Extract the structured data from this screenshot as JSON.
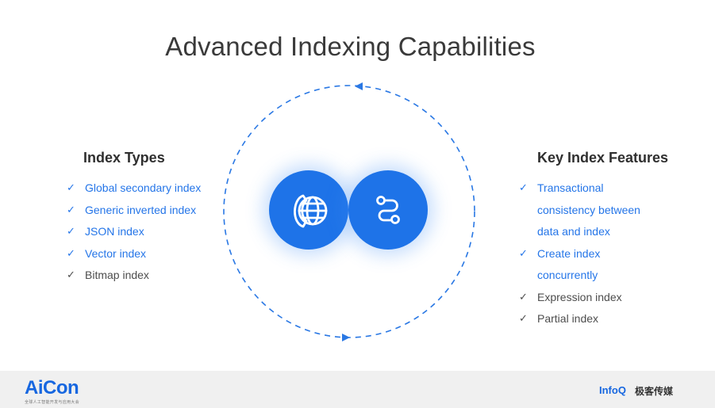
{
  "title": "Advanced Indexing Capabilities",
  "left_panel": {
    "heading": "Index Types",
    "items": [
      {
        "text": "Global secondary index",
        "color": "blue"
      },
      {
        "text": "Generic inverted index",
        "color": "blue"
      },
      {
        "text": "JSON index",
        "color": "blue"
      },
      {
        "text": "Vector index",
        "color": "blue"
      },
      {
        "text": "Bitmap index",
        "color": "gray"
      }
    ]
  },
  "right_panel": {
    "heading": "Key Index Features",
    "lines": [
      {
        "text": "Transactional",
        "color": "blue",
        "check": true
      },
      {
        "text": "consistency between",
        "color": "blue",
        "check": false
      },
      {
        "text": "data and index",
        "color": "blue",
        "check": false
      },
      {
        "text": "Create index",
        "color": "blue",
        "check": true
      },
      {
        "text": "concurrently",
        "color": "blue",
        "check": false
      },
      {
        "text": "Expression index",
        "color": "gray",
        "check": true
      },
      {
        "text": "Partial index",
        "color": "gray",
        "check": true
      }
    ]
  },
  "check_glyph": "✓",
  "center_icons": [
    "globe-phone-icon",
    "route-icon"
  ],
  "footer": {
    "left_logo": "AiCon",
    "left_logo_sub": "全球人工智能开发与应用大会",
    "right_logo": "InfoQ",
    "right_logo_sub": "极客传媒"
  },
  "colors": {
    "accent": "#1e73e8",
    "blue_text": "#2475e8",
    "gray_text": "#4d4d4d",
    "title": "#3a3a3a",
    "footer_bg": "#f0f0f0"
  }
}
